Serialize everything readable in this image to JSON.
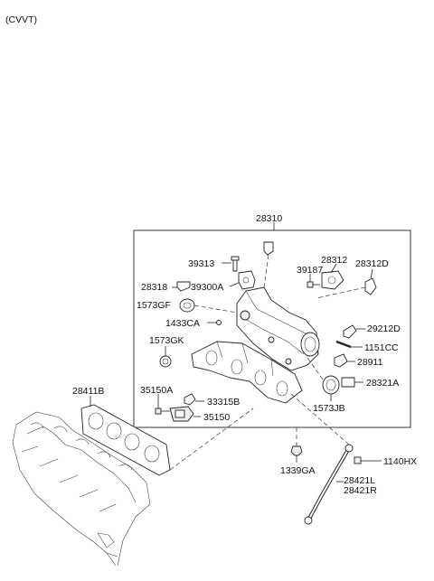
{
  "header": {
    "variant": "(CVVT)"
  },
  "parts": {
    "p28310": "28310",
    "p39313": "39313",
    "p28312": "28312",
    "p39187": "39187",
    "p28312D": "28312D",
    "p28318": "28318",
    "p39300A": "39300A",
    "p1573GF": "1573GF",
    "p1433CA": "1433CA",
    "p29212D": "29212D",
    "p1573GK": "1573GK",
    "p1151CC": "1151CC",
    "p28911": "28911",
    "p28321A": "28321A",
    "p35150A": "35150A",
    "p33315B": "33315B",
    "p1573JB": "1573JB",
    "p35150": "35150",
    "p28411B": "28411B",
    "p1140HX": "1140HX",
    "p1339GA": "1339GA",
    "p28421L": "28421L",
    "p28421R": "28421R"
  }
}
